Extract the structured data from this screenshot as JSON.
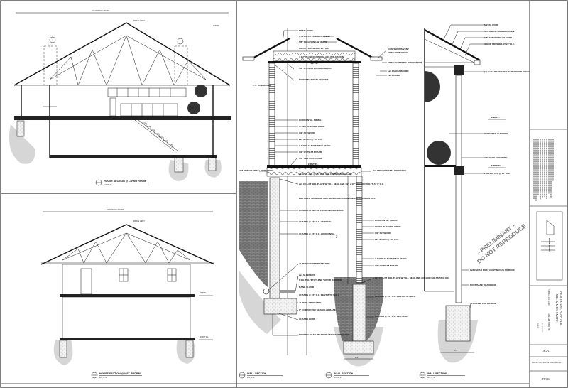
{
  "sheet": {
    "views": {
      "living_room": {
        "title": "HOUSE SECTION @ LIVING ROOM",
        "scale": "1/4\"=1'-0\"",
        "roof_vent": "RIDGE VENT",
        "roof_trusses": "WOOD TRUSSES",
        "top_dim": "34'-0\" ROOF TRUSS"
      },
      "master_bedroom": {
        "title": "HOUSE SECTION @ MST. BEDRM",
        "scale": "1/4\"=1'-0\"",
        "roof_vent": "RIDGE VENT",
        "top_dim": "34'-0\" ROOF TRUSS",
        "second_floor": "2ND FL.",
        "first_floor": "FIRST FL."
      },
      "wall_section_1": {
        "title": "WALL SECTION",
        "scale": "3/4\"=1'-0\""
      },
      "wall_section_2": {
        "title": "WALL SECTION",
        "scale": "3/4\"=1'-0\""
      },
      "wall_section_3": {
        "title": "WALL SECTION",
        "scale": "3/4\"=1'-0\""
      }
    },
    "wall_section_labels": {
      "roof": [
        "METAL ROOF",
        "SYNTHETIC UNDERLAYMENT",
        "5/8\" SHEATHING W/ CLIPS",
        "WOOD TRUSSES AT 24\" O.C.",
        "4 1/2\" BLOW IN FIBERGLASS INSULATION",
        "5/8\" GYPSUM BOARD CEILING",
        "SOFFIT MATERIAL W/ VENT"
      ],
      "eave": [
        "CONTINUOUS VENT",
        "METAL DRIP EDGE",
        "METAL GUTTER & DOWNSPOUT",
        "1x6 FASCIA BOARD",
        "2x8 BOARD"
      ],
      "overhang": "1'-0\" OVERHANG",
      "top_plate": "TOP PL.",
      "wall": [
        "HORIZONTAL SIDING",
        "TYVEK BUILDING WRAP",
        "1/2\" PLYWOOD",
        "2x4 STUDS @ 16\" O.C.",
        "3 1/2\" R-13 BATT INSULATION",
        "1/2\" GYPSUM BOARD",
        "3/4\" T&G SUB-FLOOR"
      ],
      "floor_level": "FIRST FL.",
      "trim_left": "2x8 TRIM W/ METAL DRIP EDGE",
      "trim_right": "2x8 TRIM W/ METAL DRIP EDGE",
      "floor": [
        "2x10 FL. JST. @ 16\" O.C. SEE FOUNDATION PLAN",
        "2x6 CCA PT SILL PLATE W/ SILL SEAL AND 1/2\" x 10\" ANCHOR BOLTS AT 6' O.C.",
        "FILL BACK WITH SOIL THAT HAS GOOD DRAINAGE CHARACTERISTICS"
      ],
      "foundation": [
        "CONCRETE WATER PROOFING MATERIAL",
        "#4 BARS @ 24\" O.C. VERTICAL",
        "#4 BARS @ 24\" O.C. HORIZONTAL",
        "4\" PERFORATED DRAIN PIPE",
        "2x4 SLEEPERS",
        "6 MIL POLYETHYLENE VAPOR BARRIER",
        "BASE. FLOOR",
        "#4 BARS @ 24\" O.C. BENT INTO WALL",
        "4\" PERF. DRAIN PIPE",
        "6\" COMPACTED GRANULAR BASE",
        "#4 BARS CONT.",
        "FOOTING SHALL BEAR ON UNDISTURBED SOIL"
      ],
      "stem_wall": [
        "HORIZONTAL SIDING",
        "TYVEK BUILDING WRAP",
        "1/2\" PLYWOOD",
        "2x4 STUDS @ 16\" O.C.",
        "3 1/2\" R-13 BATT INSULATION",
        "1/2\" GYPSUM BOARD",
        "2x6 CCA PT SILL PLATE W/ SILL SEAL AND ANCHOR BOLTS AT 6' O.C.",
        "#4 BARS @ 24\" O.C. BENT INTO WALL",
        "#4 BARS @ 24\" O.C. VERTICAL"
      ],
      "footing_width": "2'-0\"",
      "wall_height": "8'-0\""
    },
    "porch_section_labels": {
      "roof": [
        "METAL ROOF",
        "SYNTHETIC UNDERLAYMENT",
        "5/8\" SHEATHING W/ CLIPS",
        "WOOD TRUSSES AT 24\" O.C."
      ],
      "header": "(2) 2x12 HEADER W/ 1/2\" PLYWOOD SPACER",
      "second_floor": "2ND FL.",
      "porch": "SCREENED IN PORCH",
      "deck": "3/4\" DECK FLOORING",
      "first_floor": "FIRST FL.",
      "joists": "2x8 FLR. JST. @ 16\" O.C.",
      "post": "6x6 CEDAR POST CONTINUOUS TO ROOF",
      "post_base": "POST BASE W/ ANCHOR",
      "footing": "FOOTING PER DESIGN",
      "footing_width": "3'-0\""
    },
    "watermark": [
      "- PRELIMINARY -",
      "DO NOT REPRODUCE"
    ]
  },
  "title_block": {
    "project_line1": "NEW HOUSE PLAN FOR",
    "project_line2": "MR. & MRS. SMITH",
    "address": "123 LAKE VIEW DR.",
    "city": "TOPEKA, KS 12345",
    "drawn_by_label": "DRAWN BY:",
    "date_label": "DATE:",
    "sheet_number": "A-5",
    "sheet_title": "HOUSE SECTIONS & WALL DETAILS",
    "status": "FINAL",
    "logo_text": "HOUSE PLANS"
  }
}
